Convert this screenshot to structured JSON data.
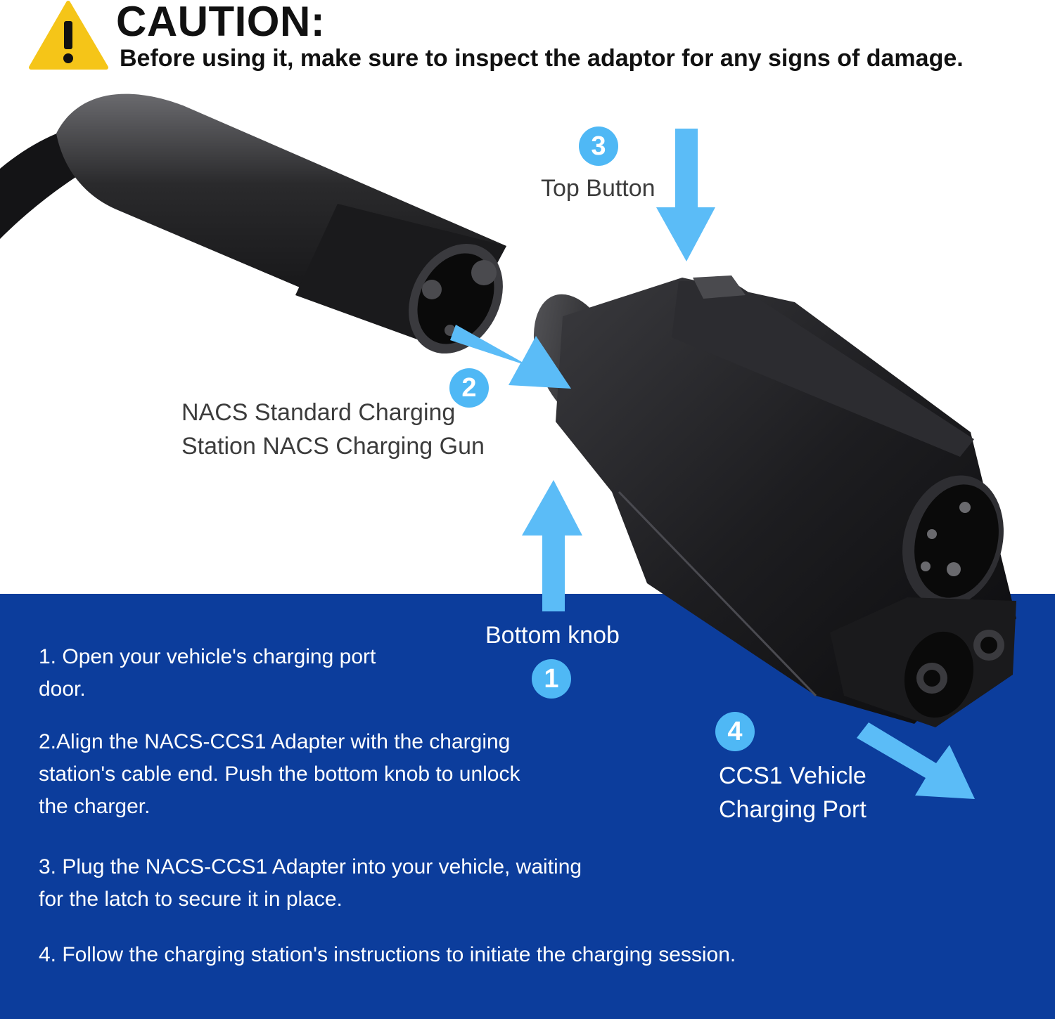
{
  "caution": {
    "icon": "warning-triangle-icon",
    "icon_color": "#f5c518",
    "title": "CAUTION:",
    "text": "Before using it,  make sure  to  inspect  the adaptor for any signs of damage."
  },
  "callouts": [
    {
      "number": "3",
      "label": "Top Button"
    },
    {
      "number": "2",
      "label_lines": [
        "NACS Standard Charging",
        "Station NACS Charging Gun"
      ]
    },
    {
      "number": "1",
      "label": "Bottom knob"
    },
    {
      "number": "4",
      "label_lines": [
        "CCS1 Vehicle",
        "Charging Port"
      ]
    }
  ],
  "steps": [
    {
      "lines": [
        "1. Open your vehicle's charging port",
        "door."
      ]
    },
    {
      "lines": [
        "2.Align the NACS-CCS1 Adapter with the charging",
        "station's cable end. Push the bottom knob to unlock",
        "the charger."
      ]
    },
    {
      "lines": [
        "3. Plug the NACS-CCS1 Adapter into your vehicle, waiting",
        "for the latch to secure it in place."
      ]
    },
    {
      "lines": [
        "4. Follow the charging station's instructions to initiate the charging session."
      ]
    }
  ],
  "colors": {
    "panel_blue": "#0c3d9c",
    "arrow_blue": "#5bbcf7",
    "badge_blue": "#4fb8f5",
    "device_black": "#1c1c1e"
  },
  "icons": [
    "warning-triangle-icon",
    "arrow-down-icon",
    "arrow-right-down-icon",
    "arrow-up-icon",
    "charging-cable-image",
    "adapter-image"
  ]
}
